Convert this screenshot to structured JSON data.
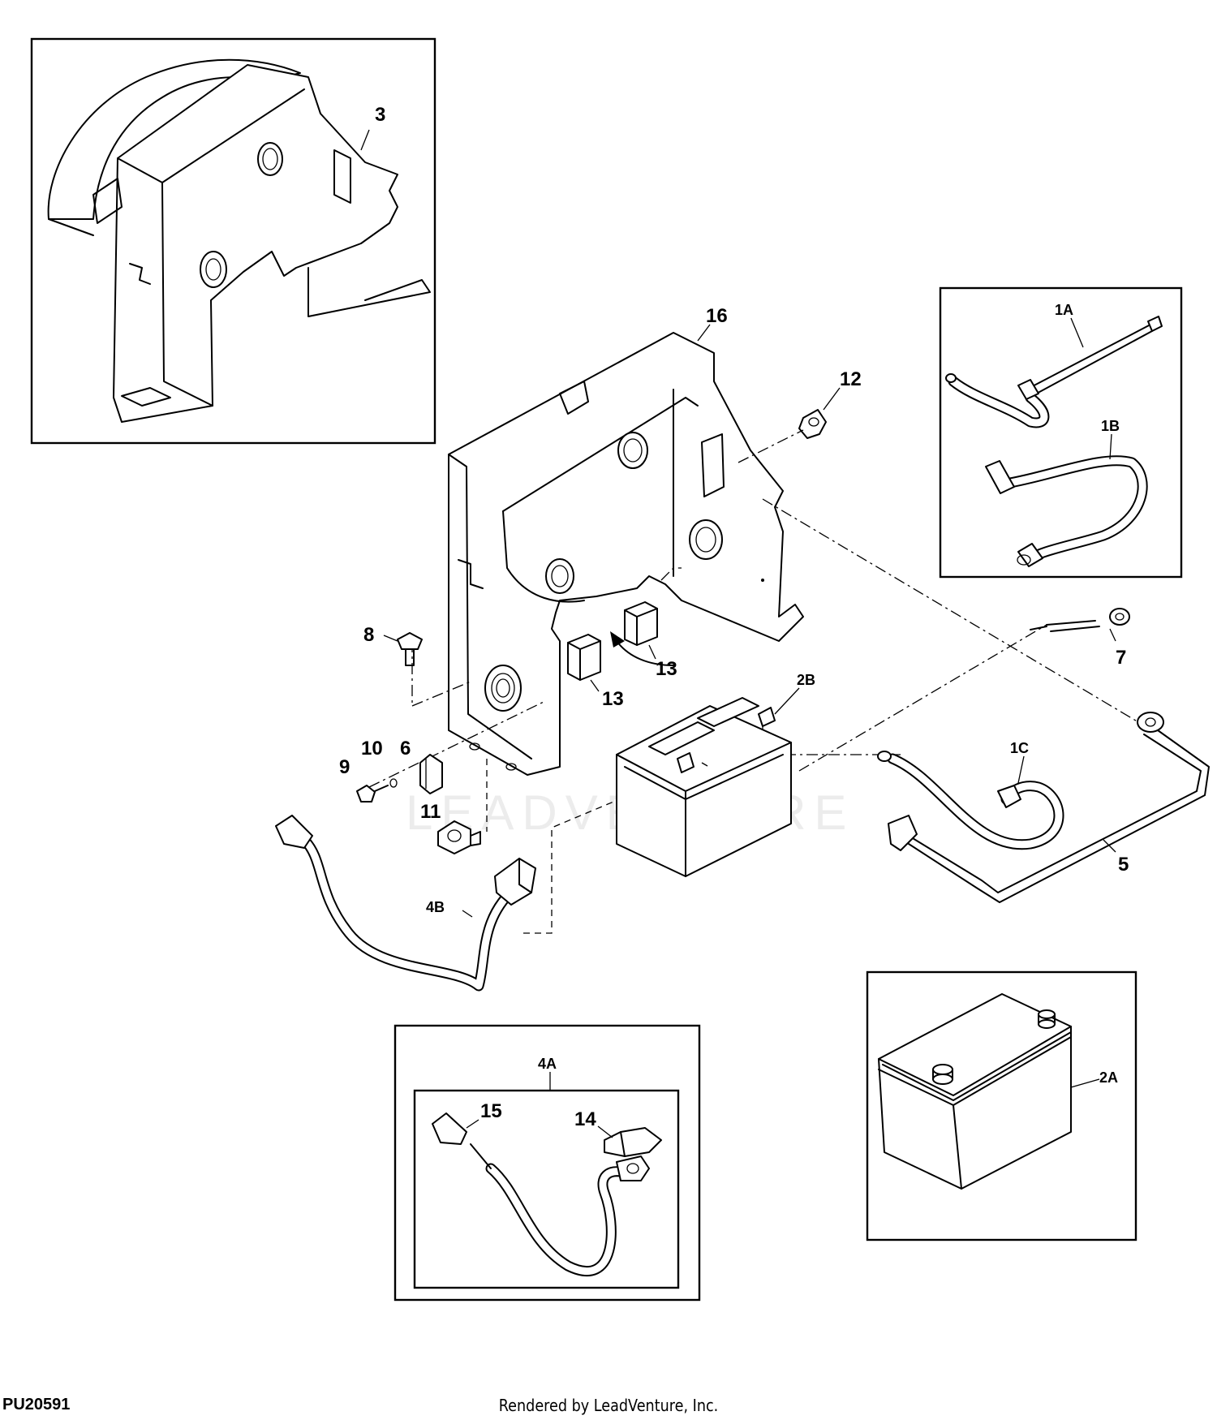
{
  "figure_id": "PU20591",
  "footer": "Rendered by LeadVenture, Inc.",
  "watermark": "LEADVENTURE",
  "callouts": {
    "c3": "3",
    "c16": "16",
    "c12": "12",
    "c1a": "1A",
    "c1b": "1B",
    "c1c": "1C",
    "c7": "7",
    "c8": "8",
    "c13a": "13",
    "c13b": "13",
    "c2b": "2B",
    "c6": "6",
    "c9": "9",
    "c10": "10",
    "c11": "11",
    "c4b": "4B",
    "c5": "5",
    "c4a": "4A",
    "c15": "15",
    "c14": "14",
    "c2a": "2A"
  }
}
